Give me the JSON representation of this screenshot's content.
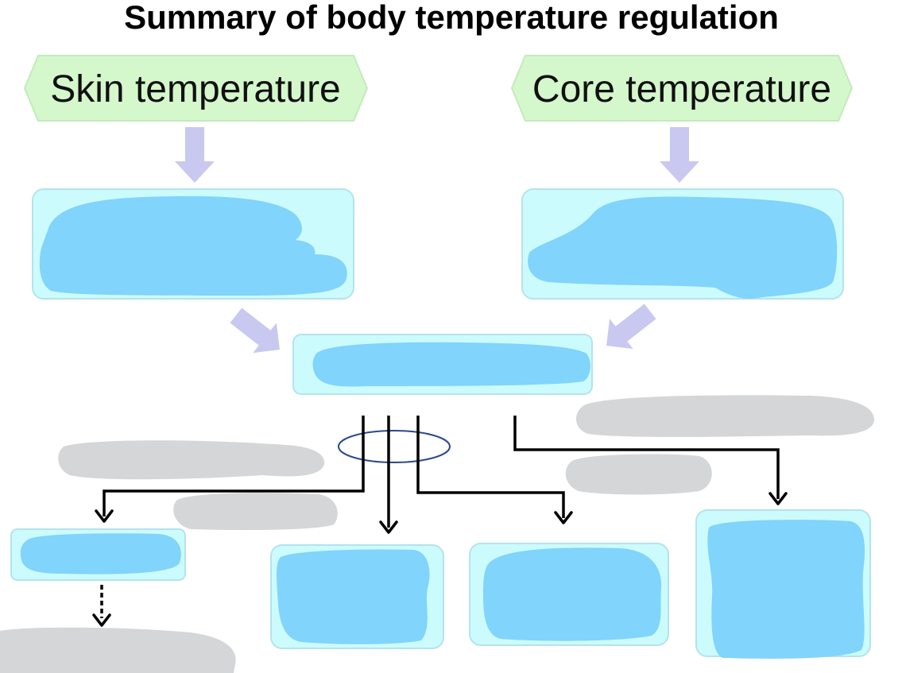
{
  "title": "Summary of body temperature regulation",
  "inputs": {
    "skin": "Skin temperature",
    "core": "Core temperature"
  },
  "colors": {
    "input_fill": "#d4f7cc",
    "box_fill": "#ccfbfd",
    "box_stroke": "#b5e3ea",
    "redaction_blue": "#81d4fb",
    "redaction_gray": "#d5d6d8",
    "flow_arrow": "#c9c8f0",
    "connector": "#000000",
    "ellipse_stroke": "#2b4a8a"
  },
  "icons": {
    "flow": "down-arrow-icon",
    "connector_head": "arrowhead-icon"
  }
}
